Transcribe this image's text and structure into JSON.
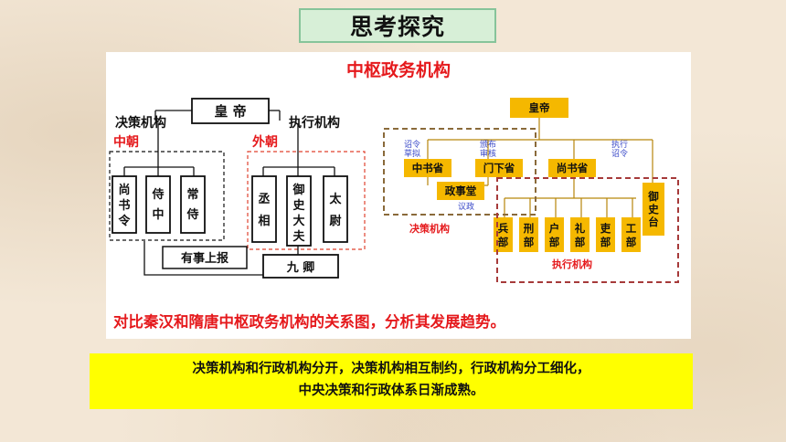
{
  "slide_title": "思考探究",
  "panel_title": "中枢政务机构",
  "left_diagram": {
    "emperor": "皇 帝",
    "label_decision": "决策机构",
    "label_exec": "执行机构",
    "label_inner": "中朝",
    "label_outer": "外朝",
    "inner_offices": [
      "尚书令",
      "侍中",
      "常侍"
    ],
    "outer_offices": [
      "丞相",
      "御史大夫",
      "太尉"
    ],
    "report_label": "有事上报",
    "nine_ministers": "九 卿"
  },
  "right_diagram": {
    "emperor": "皇帝",
    "zhongshu": "中书省",
    "menxia": "门下省",
    "shangshu": "尚书省",
    "zhengshitang": "政事堂",
    "yushitai": "御史台",
    "ministries": [
      "兵部",
      "刑部",
      "户部",
      "礼部",
      "吏部",
      "工部"
    ],
    "note_zhaoling": "诏令草拟",
    "note_banbu": "颁布审核",
    "note_zhixing": "执行诏令",
    "note_yizheng": "议政",
    "label_decision": "决策机构",
    "label_exec": "执行机构"
  },
  "question": "对比秦汉和隋唐中枢政务机构的关系图，分析其发展趋势。",
  "answer_line1": "决策机构和行政机构分开，决策机构相互制约，行政机构分工细化，",
  "answer_line2": "中央决策和行政体系日渐成熟。",
  "colors": {
    "red": "#e5191c",
    "orange_box": "#f5b800",
    "blue_note": "#3a49c8",
    "dashed_brown": "#8a6a3a",
    "dashed_exec": "#a63a3a"
  }
}
